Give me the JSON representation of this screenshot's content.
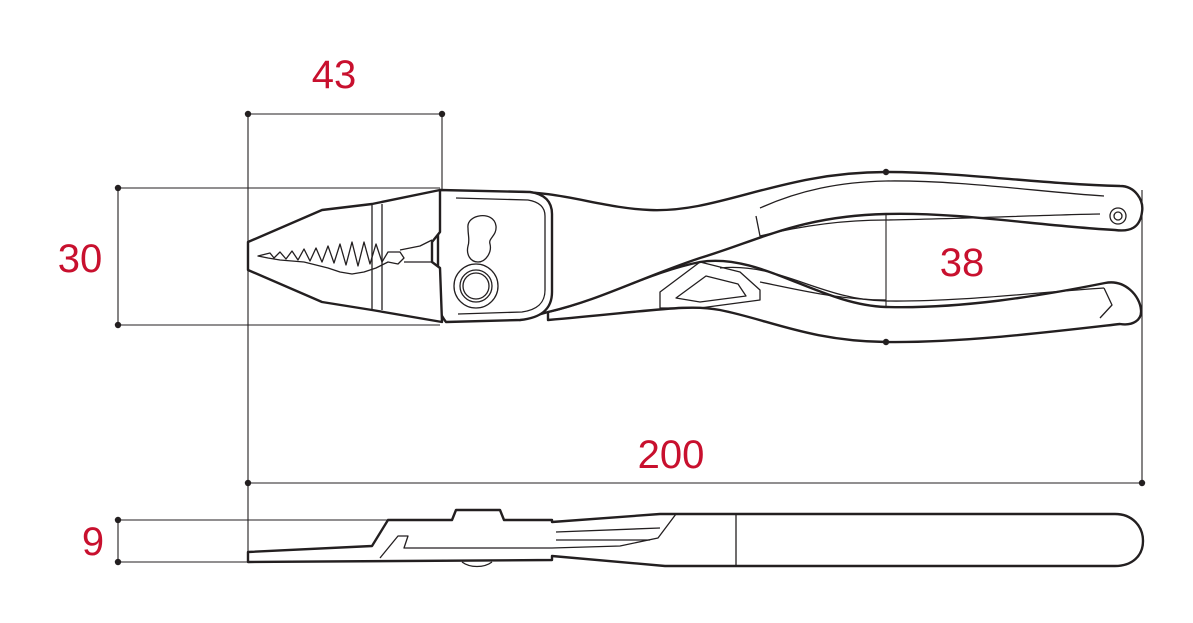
{
  "colors": {
    "dimension_text": "#c8102e",
    "line": "#231f20",
    "background": "#ffffff"
  },
  "dimensions": {
    "jaw_length": "43",
    "jaw_width": "30",
    "handle_width": "38",
    "overall_length": "200",
    "thickness": "9"
  }
}
